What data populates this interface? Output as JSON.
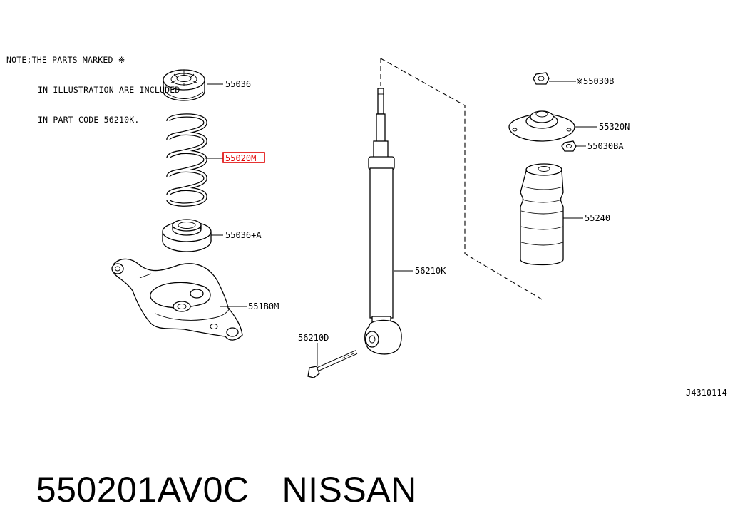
{
  "note": {
    "line1": "NOTE;THE PARTS MARKED ※",
    "line2": "IN ILLUSTRATION ARE INCLUDED",
    "line3": "IN PART CODE 56210K."
  },
  "labels": {
    "upper_seat": "55036",
    "spring": "55020M",
    "lower_seat": "55036+A",
    "link": "551B0M",
    "shock": "56210K",
    "bolt": "56210D",
    "nut_top": "※55030B",
    "mount": "55320N",
    "nut_side": "55030BA",
    "bound_bumper": "55240",
    "diagram_code": "J4310114"
  },
  "highlight": {
    "part": "55020M",
    "color": "#e00000"
  },
  "footer": {
    "part_number": "550201AV0C",
    "brand": "NISSAN"
  }
}
